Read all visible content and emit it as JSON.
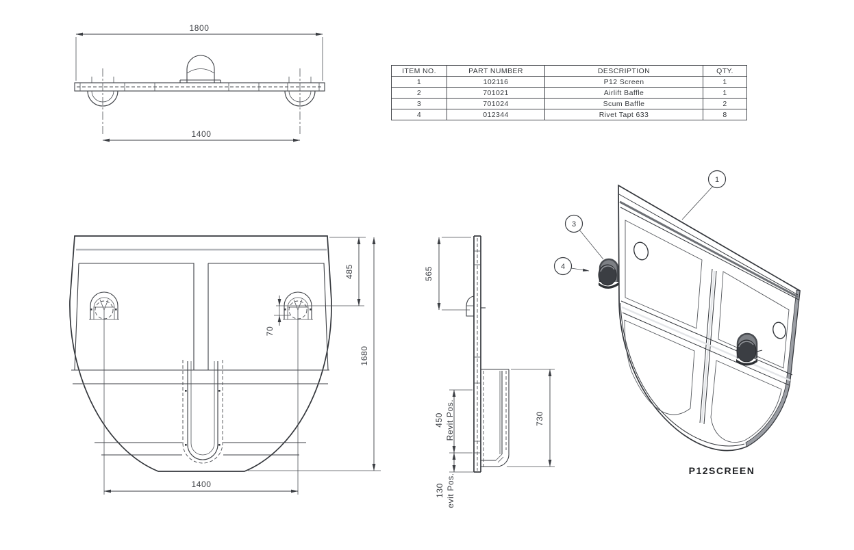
{
  "bom": {
    "headers": [
      "ITEM NO.",
      "PART NUMBER",
      "DESCRIPTION",
      "QTY."
    ],
    "rows": [
      {
        "item": "1",
        "part": "102116",
        "desc": "P12 Screen",
        "qty": "1"
      },
      {
        "item": "2",
        "part": "701021",
        "desc": "Airlift Baffle",
        "qty": "1"
      },
      {
        "item": "3",
        "part": "701024",
        "desc": "Scum Baffle",
        "qty": "2"
      },
      {
        "item": "4",
        "part": "012344",
        "desc": "Rivet Tapt 633",
        "qty": "8"
      }
    ]
  },
  "views": {
    "top_view": {
      "dim_overall_width": "1800",
      "dim_center_spacing": "1400"
    },
    "front_view": {
      "dim_baffle_drop": "485",
      "dim_hole_offset": "70",
      "dim_overall_height": "1680",
      "dim_baffle_spacing": "1400"
    },
    "side_view": {
      "dim_upper": "565",
      "dim_rivet_value": "450",
      "dim_rivet_label": "Revit Pos.",
      "dim_pipe_depth": "730",
      "dim_lower_value": "130",
      "dim_lower_label": "evit Pos."
    },
    "iso_view": {
      "caption": "P12SCREEN",
      "balloon_1": "1",
      "balloon_3": "3",
      "balloon_4": "4"
    }
  },
  "colors": {
    "line": "#3b3e43",
    "panel_face": "#c7cacf",
    "panel_edge": "#9b9ea4",
    "knob_dark": "#3a3d42",
    "light_gray": "#b3b6ba"
  }
}
